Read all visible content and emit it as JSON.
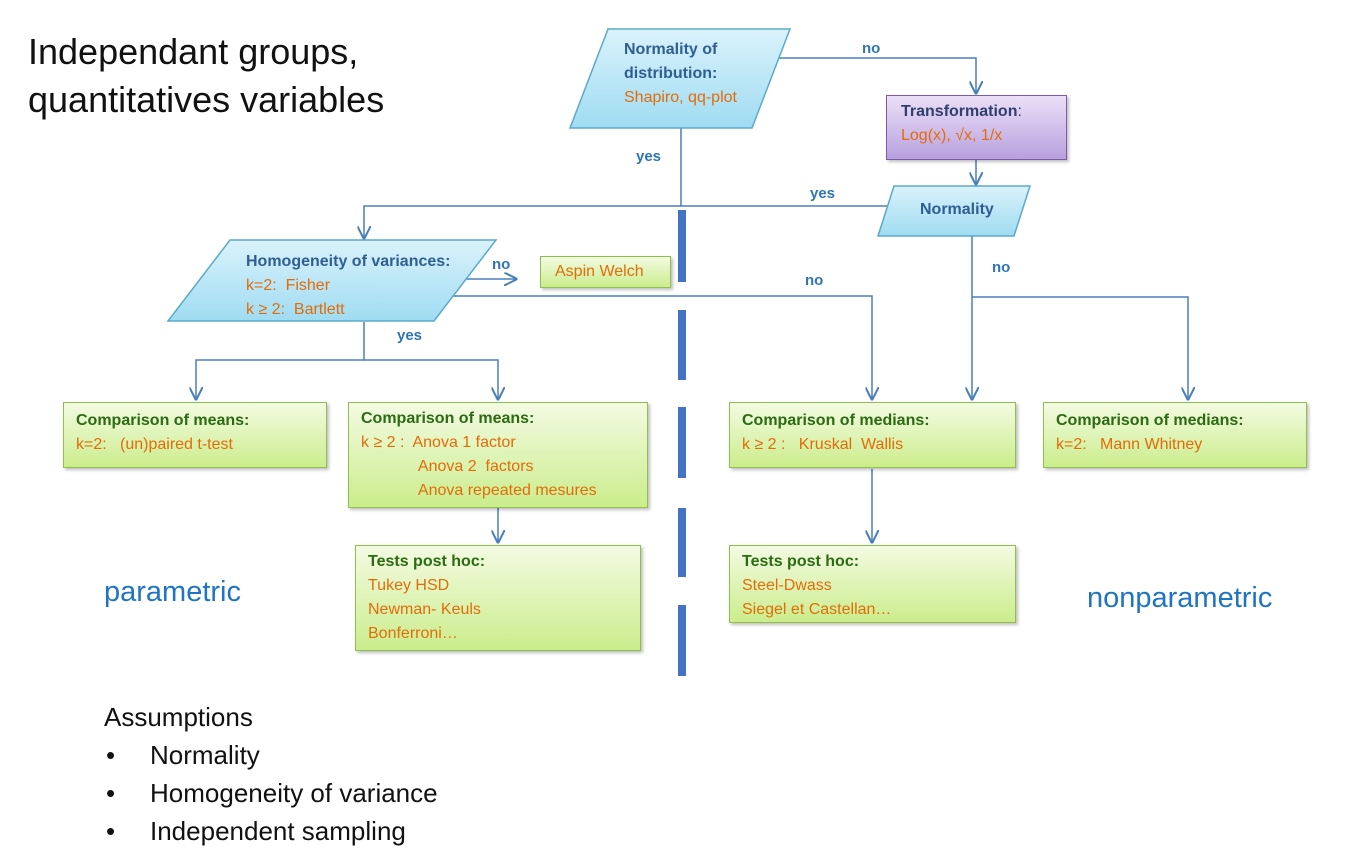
{
  "title": {
    "line1": "Independant groups,",
    "line2": "quantitatives variables"
  },
  "normality_box": {
    "line1": "Normality of",
    "line2": "distribution:",
    "tests": "Shapiro, qq-plot"
  },
  "transformation_box": {
    "label": "Transformation",
    "colon": ":",
    "formula": "Log(x), √x, 1/x"
  },
  "normality2_box": {
    "label": "Normality"
  },
  "homogeneity_box": {
    "label": "Homogeneity of variances:",
    "line1": "k=2:  Fisher",
    "line2": "k ≥ 2:  Bartlett"
  },
  "aspin_box": {
    "label": "Aspin Welch"
  },
  "flow_labels": {
    "no_top": "no",
    "yes_top": "yes",
    "yes_normality2": "yes",
    "no_homogeneity": "no",
    "no_to_kruskal": "no",
    "no_normality2": "no",
    "yes_homogeneity": "yes"
  },
  "means_box_1": {
    "head": "Comparison of means:",
    "lines": [
      "k=2:   (un)paired t-test"
    ]
  },
  "means_box_2": {
    "head": "Comparison of means:",
    "lines": [
      "k ≥ 2 :  Anova 1 factor",
      "             Anova 2  factors",
      "             Anova repeated mesures"
    ]
  },
  "medians_box_1": {
    "head": "Comparison of medians:",
    "lines": [
      "k ≥ 2 :   Kruskal  Wallis"
    ]
  },
  "medians_box_2": {
    "head": "Comparison of medians:",
    "lines": [
      "k=2:   Mann Whitney"
    ]
  },
  "posthoc_param": {
    "head": "Tests post hoc:",
    "lines": [
      "Tukey HSD",
      "Newman- Keuls",
      "Bonferroni…"
    ]
  },
  "posthoc_nonparam": {
    "head": "Tests post hoc:",
    "lines": [
      "Steel-Dwass",
      "Siegel et Castellan…"
    ]
  },
  "side_labels": {
    "parametric": "parametric",
    "nonparametric": "nonparametric"
  },
  "assumptions": {
    "heading": "Assumptions",
    "items": [
      "Normality",
      "Homogeneity of variance",
      "Independent sampling"
    ]
  },
  "colors": {
    "connector": "#4a7ebb",
    "divider": "#4472c4",
    "para_fill": "#b7e6f7",
    "para_stroke": "#5aaac8",
    "label_blue": "#2e75b6",
    "text_orange": "#e36c09",
    "head_green": "#2c6b13"
  }
}
